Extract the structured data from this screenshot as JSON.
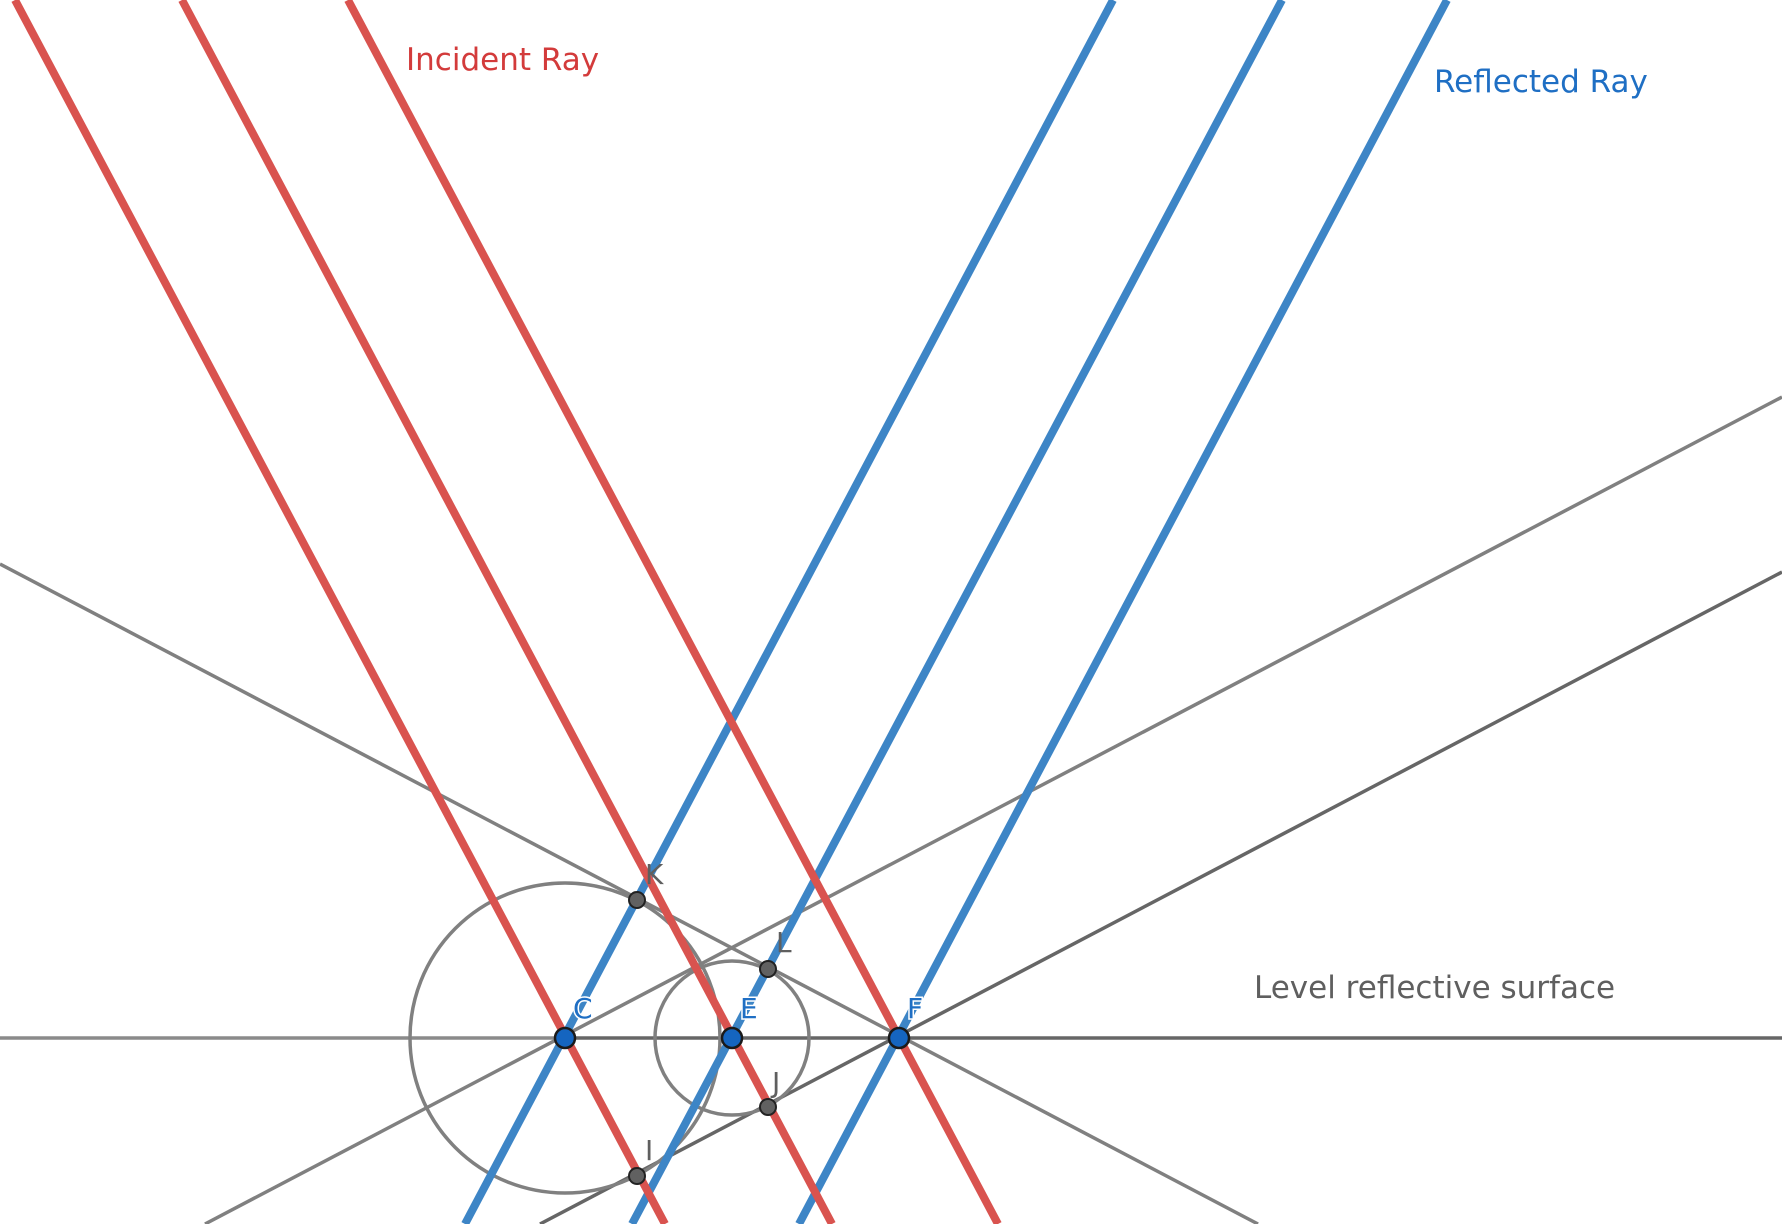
{
  "labels": {
    "incident_ray": "Incident Ray",
    "reflected_ray": "Reflected Ray",
    "surface": "Level reflective surface"
  },
  "points": {
    "C": "C",
    "E": "E",
    "F": "F",
    "I": "I",
    "J": "J",
    "K": "K",
    "L": "L"
  },
  "colors": {
    "incident": "#d9534f",
    "reflected": "#3d85c6",
    "incident_label": "#d33b3b",
    "reflected_label": "#1f6fc4",
    "construction": "#808080",
    "surface": "#666666",
    "point_main": "#1565c0",
    "point_aux": "#616161",
    "text_gray": "#5f5f5f"
  }
}
